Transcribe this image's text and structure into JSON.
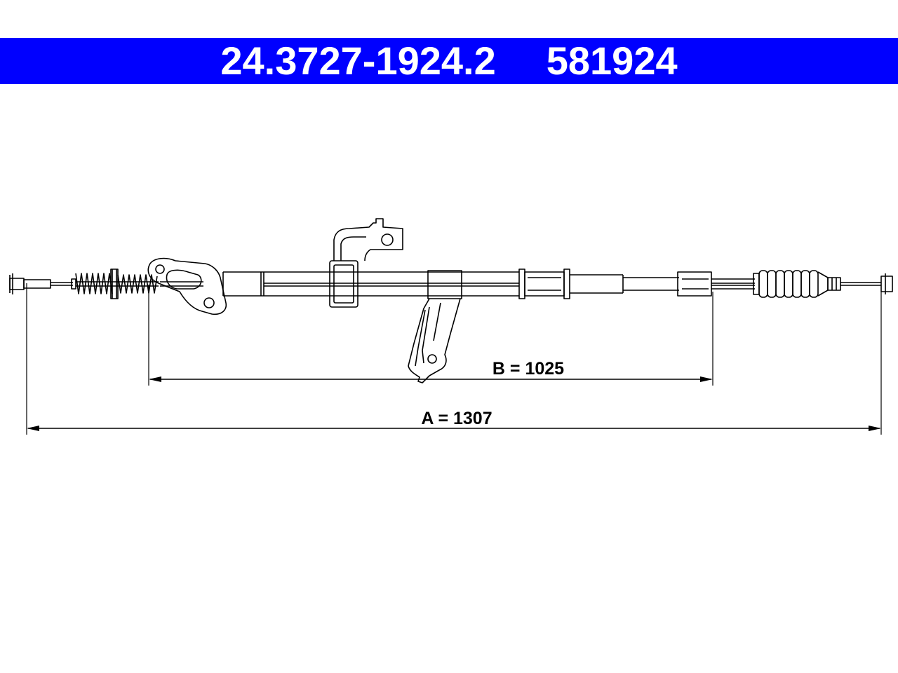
{
  "header": {
    "part_number": "24.3727-1924.2",
    "reference_number": "581924",
    "background_color": "#0000ff",
    "text_color": "#ffffff"
  },
  "dimensions": {
    "b_label": "B = 1025",
    "a_label": "A = 1307"
  },
  "drawing": {
    "line_color": "#000000",
    "component": "parking-brake-cable"
  }
}
